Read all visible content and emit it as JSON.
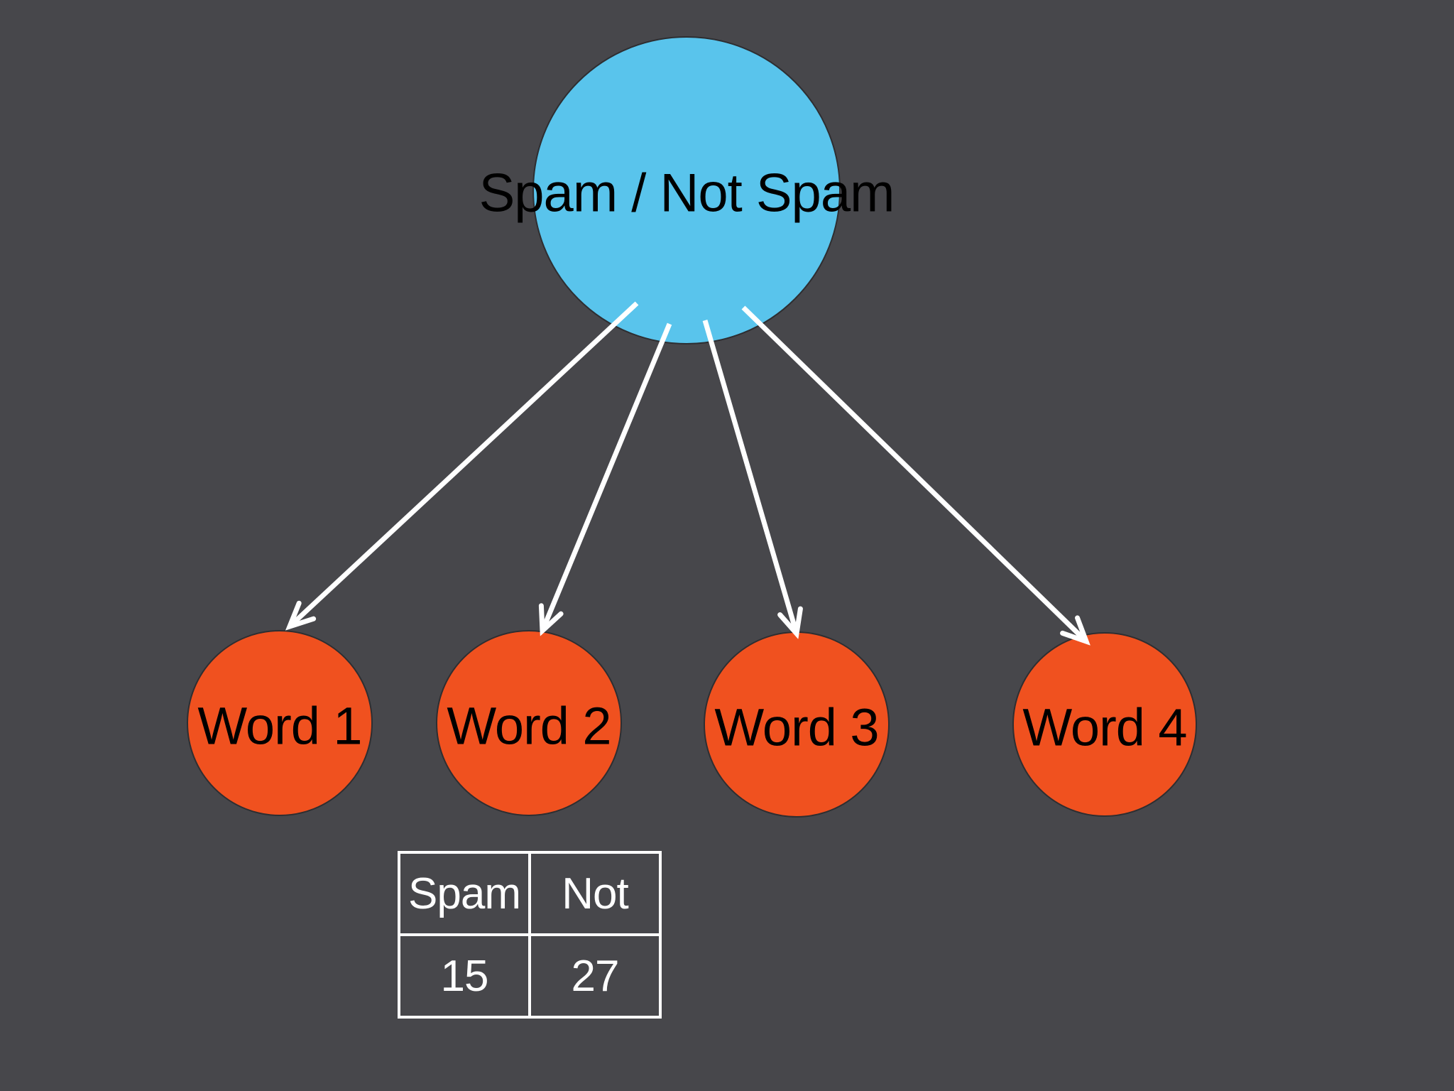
{
  "slide": {
    "background_color": "#47474B"
  },
  "colors": {
    "root_fill": "#59C4EC",
    "word_fill": "#F0511F",
    "arrow": "#FFFFFF",
    "node_text": "#000000",
    "table_border": "#FFFFFF",
    "table_text": "#FFFFFF"
  },
  "root_node": {
    "label": "Spam / Not Spam"
  },
  "word_nodes": [
    {
      "label": "Word 1"
    },
    {
      "label": "Word 2"
    },
    {
      "label": "Word 3"
    },
    {
      "label": "Word 4"
    }
  ],
  "table": {
    "headers": [
      "Spam",
      "Not"
    ],
    "rows": [
      [
        "15",
        "27"
      ]
    ]
  }
}
